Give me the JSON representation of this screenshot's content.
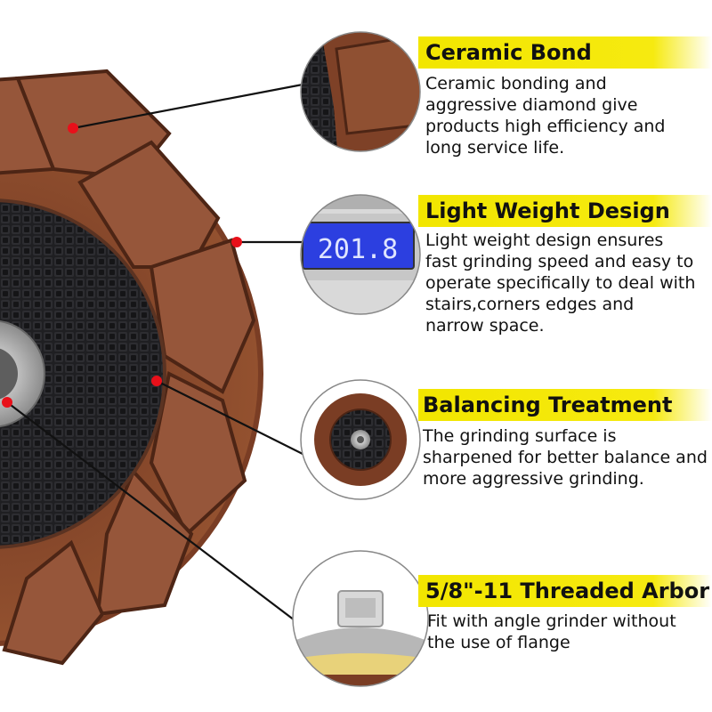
{
  "features": [
    {
      "title": "Ceramic Bond",
      "description": "Ceramic bonding and aggressive diamond give products high efficiency and long service life.",
      "icon": "ceramic-segment-closeup"
    },
    {
      "title": "Light Weight Design",
      "description": "Light weight design ensures fast grinding speed and easy to operate specifically to deal with stairs,corners edges and narrow space.",
      "icon": "digital-scale",
      "scale_reading": "201.8"
    },
    {
      "title": "Balancing Treatment",
      "description": "The grinding surface is sharpened for better balance and more aggressive grinding.",
      "icon": "grinding-wheel"
    },
    {
      "title": "5/8\"-11 Threaded Arbor",
      "description": "Fit with angle grinder without the use of flange",
      "icon": "threaded-arbor"
    }
  ],
  "colors": {
    "accent_bar": "#f2e600",
    "bond_copper": "#8a4a2e",
    "mesh_black": "#1d1d1f",
    "marker_red": "#e8101a",
    "scale_lcd": "#2c3fe0"
  }
}
